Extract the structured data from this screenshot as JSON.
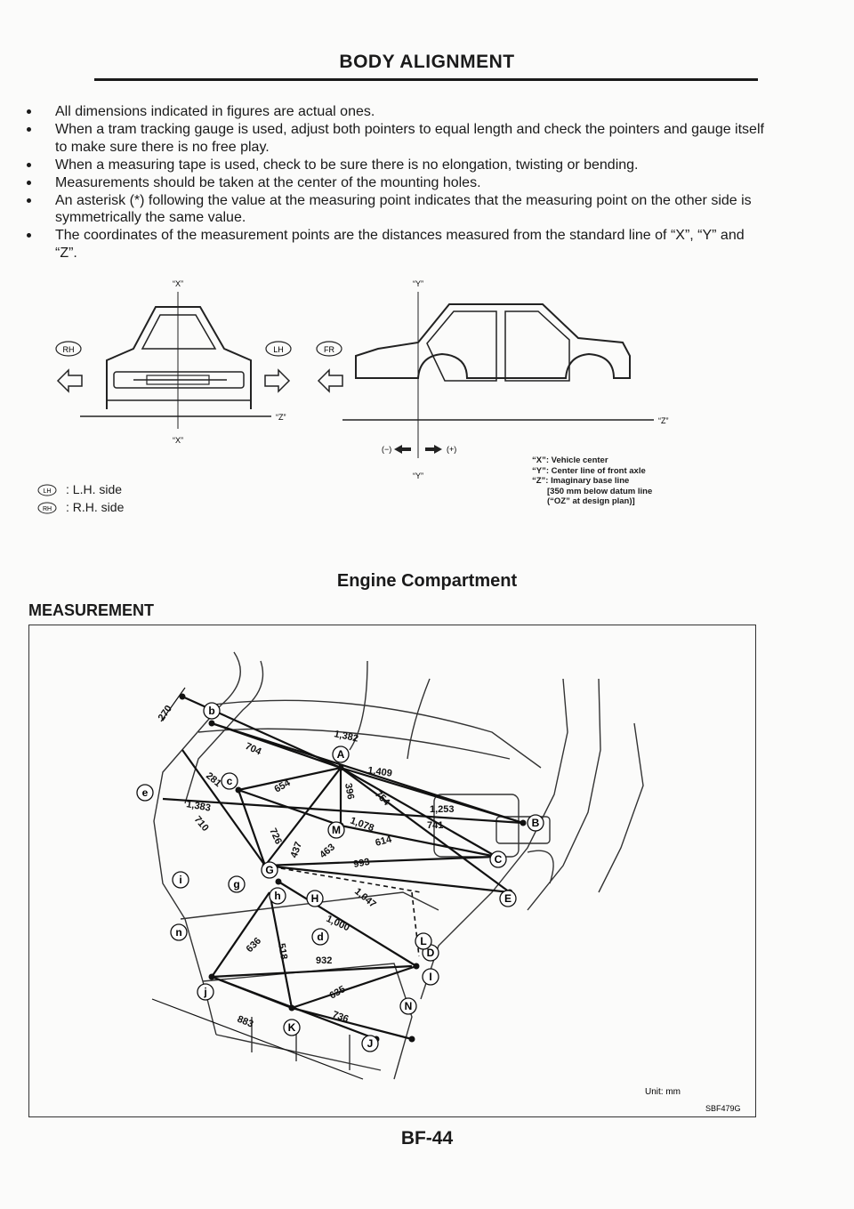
{
  "page": {
    "title": "BODY ALIGNMENT",
    "page_number": "BF-44"
  },
  "notes": [
    "All dimensions indicated in figures are actual ones.",
    "When a tram tracking gauge is used, adjust both pointers to equal length and check the pointers and gauge itself to make sure there is no free play.",
    "When a measuring tape is used, check to be sure there is no elongation, twisting or bending.",
    "Measurements should be taken at the center of the mounting holes.",
    "An asterisk (*) following the value at the measuring point indicates that the measuring point on the other side is symmetrically the same value.",
    "The coordinates of the measurement points are the distances measured from the standard line of “X”, “Y” and “Z”."
  ],
  "coordinate_figure": {
    "axis_x": "“X”",
    "axis_y": "“Y”",
    "axis_z": "“Z”",
    "badge_rh": "RH",
    "badge_lh": "LH",
    "badge_fr": "FR",
    "minus_label": "(−)",
    "plus_label": "(+)",
    "lh_legend": ": L.H. side",
    "rh_legend": ": R.H. side",
    "axis_legend": [
      "“X”: Vehicle center",
      "“Y”: Center line of front axle",
      "“Z”: Imaginary base line",
      "[350 mm below datum line",
      "(“OZ” at design plan)]"
    ]
  },
  "engine_compartment": {
    "section_title": "Engine Compartment",
    "measurement_title": "MEASUREMENT",
    "unit_label": "Unit: mm",
    "figure_code": "SBF479G",
    "point_labels": [
      "A",
      "B",
      "C",
      "D",
      "E",
      "G",
      "H",
      "I",
      "J",
      "K",
      "L",
      "M",
      "N",
      "b",
      "c",
      "d",
      "e",
      "g",
      "h",
      "i",
      "j",
      "l",
      "n"
    ],
    "dimensions": [
      "270",
      "704",
      "1,382",
      "1,409",
      "281",
      "654",
      "396",
      "754",
      "1,383",
      "1,078",
      "1,253",
      "741",
      "710",
      "437",
      "614",
      "726",
      "463",
      "993",
      "1,047",
      "1,000",
      "636",
      "518",
      "932",
      "635",
      "736",
      "883"
    ]
  }
}
